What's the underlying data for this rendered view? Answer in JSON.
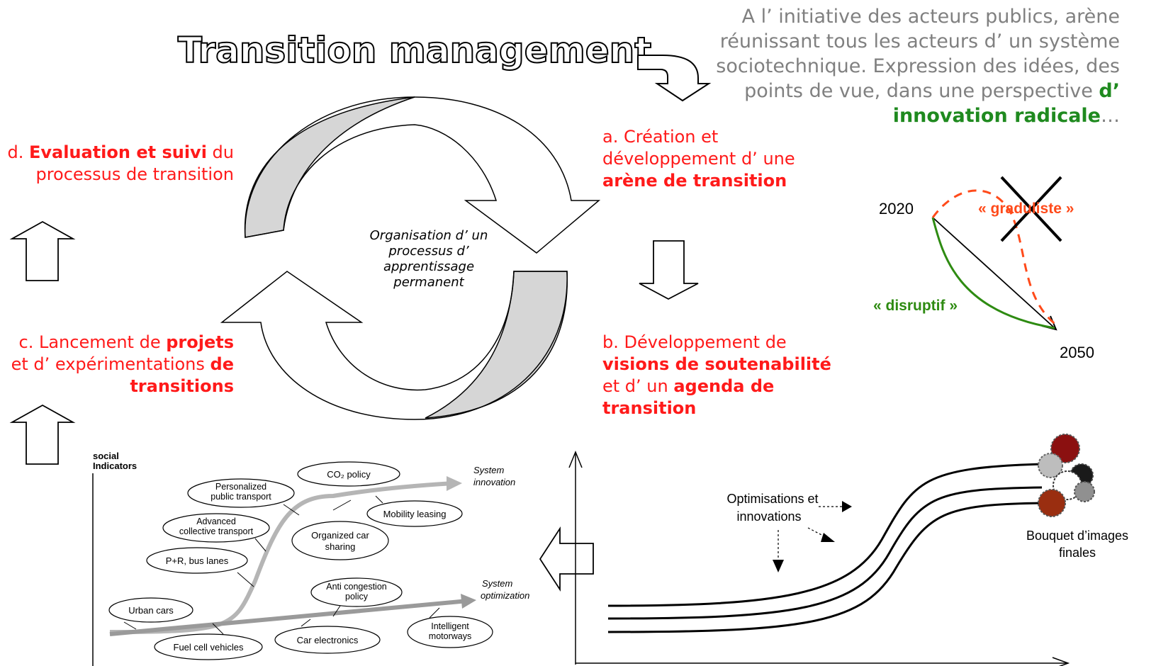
{
  "title": "Transition management",
  "intro": {
    "text": "A l’ initiative des acteurs publics, arène réunissant tous les acteurs d’ un système sociotechnique. Expression des idées, des points de vue, dans une perspective ",
    "highlight": "d’ innovation radicale",
    "suffix": "…"
  },
  "steps": {
    "a": {
      "prefix": "a. Création et développement d’ une ",
      "bold": "arène de transition"
    },
    "b": {
      "prefix": "b. Développement de ",
      "bold1": "visions de soutenabilité",
      "mid": " et d’ un ",
      "bold2": "agenda de transition"
    },
    "c": {
      "prefix": "c. Lancement de ",
      "bold1": "projets",
      "mid": " et d’ expérimentations ",
      "bold2": "de transitions"
    },
    "d": {
      "prefix": "d. ",
      "bold": "Evaluation et suivi",
      "suffix": " du processus de transition"
    }
  },
  "cycle_center": "Organisation d’ un processus d’ apprentissage permanent",
  "scenario": {
    "year_start": "2020",
    "year_end": "2050",
    "gradualist": "« graduliste »",
    "disruptive": "« disruptif »"
  },
  "sys_diagram": {
    "y_label_1": "social",
    "y_label_2": "Indicators",
    "system_innovation_1": "System",
    "system_innovation_2": "innovation",
    "system_optimization_1": "System",
    "system_optimization_2": "optimization",
    "bubbles": [
      {
        "line1": "CO₂ policy",
        "line2": ""
      },
      {
        "line1": "Personalized",
        "line2": "public transport"
      },
      {
        "line1": "Mobility leasing",
        "line2": ""
      },
      {
        "line1": "Advanced",
        "line2": "collective transport"
      },
      {
        "line1": "Organized car",
        "line2": "sharing"
      },
      {
        "line1": "P+R, bus lanes",
        "line2": ""
      },
      {
        "line1": "Anti congestion",
        "line2": "policy"
      },
      {
        "line1": "Urban cars",
        "line2": ""
      },
      {
        "line1": "Intelligent",
        "line2": "motorways"
      },
      {
        "line1": "Car electronics",
        "line2": ""
      },
      {
        "line1": "Fuel cell vehicles",
        "line2": ""
      }
    ]
  },
  "right_diagram": {
    "optim_1": "Optimisations et",
    "optim_2": "innovations",
    "bouquet_1": "Bouquet d’images",
    "bouquet_2": "finales"
  },
  "colors": {
    "red": "#ff1a1a",
    "grey_text": "#808080",
    "green": "#1f8a1f",
    "dash_red": "#ff4a1a",
    "disrupt_green": "#2e8b12"
  }
}
